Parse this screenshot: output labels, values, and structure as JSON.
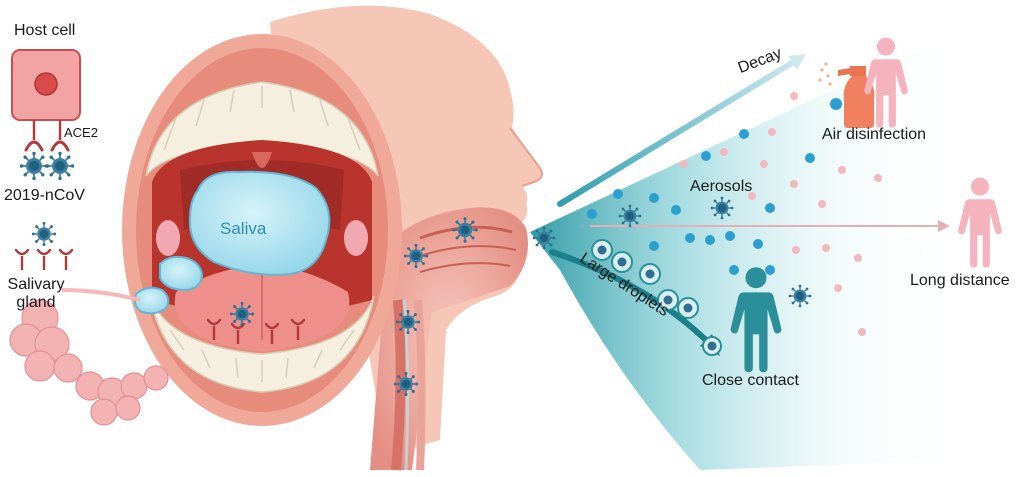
{
  "labels": {
    "host_cell": "Host cell",
    "ace2": "ACE2",
    "virus": "2019-nCoV",
    "salivary_gland_line1": "Salivary",
    "salivary_gland_line2": "gland",
    "saliva": "Saliva",
    "decay": "Decay",
    "air_disinfection": "Air disinfection",
    "aerosols": "Aerosols",
    "long_distance": "Long distance",
    "large_droplets": "Large droplets",
    "close_contact": "Close contact"
  },
  "colors": {
    "skin": "#f3b9a6",
    "skin_dark": "#e7927c",
    "mouth_cavity": "#b8342c",
    "mouth_deep": "#8e2424",
    "tongue": "#ee8f8b",
    "teeth": "#f5efdf",
    "saliva": "#a9e2f2",
    "saliva_stroke": "#5fb8d2",
    "virus": "#2f6f8f",
    "receptor": "#b03a3a",
    "aerosol_blue": "#2b9fd0",
    "aerosol_pink": "#f2b8bf",
    "cone_teal": "#1a8f9c",
    "person_teal": "#2a8f99",
    "person_pink": "#f4b3bd",
    "spray_bottle": "#f08060",
    "gland": "#f3b3b3"
  },
  "icons": {
    "virus": "coronavirus-icon",
    "person": "person-icon",
    "spray": "spray-bottle-icon"
  }
}
